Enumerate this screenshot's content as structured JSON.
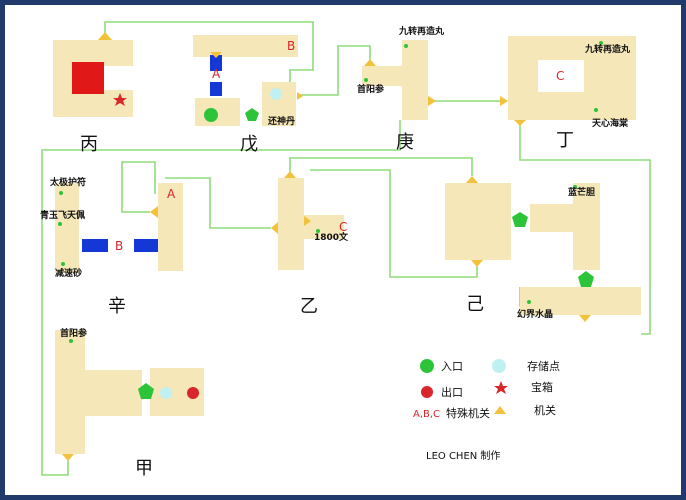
{
  "map": {
    "areas": {
      "bing": "丙",
      "wu": "戊",
      "geng": "庚",
      "ding": "丁",
      "xin": "辛",
      "yi": "乙",
      "ji": "己",
      "jia": "甲"
    },
    "letters": {
      "a": "A",
      "b": "B",
      "c": "C"
    },
    "items": {
      "jiuzhuan": "九转再造丸",
      "shouyangshen": "首阳参",
      "huanshendan": "还神丹",
      "tianxinhaitang": "天心海棠",
      "taijihufu": "太极护符",
      "qingyufeitianpei": "青玉飞天佩",
      "jiansusha": "减速砂",
      "coins": "1800文",
      "lanmangdan": "蓝芒胆",
      "huanjieshuijing": "幻界水晶"
    },
    "legend": {
      "entrance": "入口",
      "save": "存储点",
      "exit": "出口",
      "treasure": "宝箱",
      "abc_code": "A,B,C",
      "special": "特殊机关",
      "switch": "机关"
    },
    "credit": "LEO CHEN 制作",
    "colors": {
      "frame": "#1f3a6b",
      "room": "#f6e7b8",
      "path": "#8fdc7a",
      "switch": "#f2c23a",
      "entrance": "#2ec43a",
      "exit": "#d8262a",
      "save": "#bff0f2",
      "blue_block": "#1537d6",
      "red_block": "#e01818"
    }
  }
}
